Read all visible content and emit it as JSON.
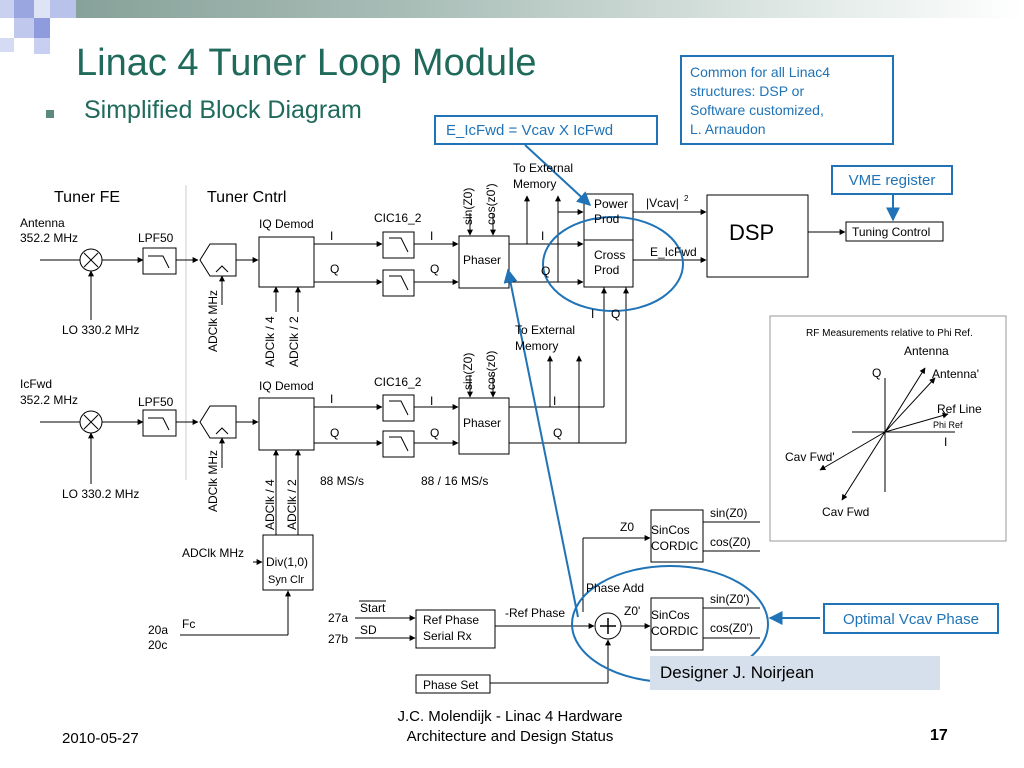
{
  "slide": {
    "title": "Linac 4 Tuner Loop Module",
    "subtitle": "Simplified Block Diagram",
    "footer_date": "2010-05-27",
    "footer_line1": "J.C.  Molendijk - Linac 4 Hardware",
    "footer_line2": "Architecture and Design Status",
    "page_number": "17"
  },
  "callouts": {
    "common_line1": "Common for all Linac4",
    "common_line2": "structures: DSP or",
    "common_line3": "Software customized,",
    "common_line4": "L. Arnaudon",
    "equation": "E_IcFwd = Vcav X IcFwd",
    "vme": "VME register",
    "optimal": "Optimal Vcav Phase",
    "designer": "Designer J. Noirjean"
  },
  "diagram": {
    "section_fe": "Tuner FE",
    "section_cntrl": "Tuner Cntrl",
    "antenna_label": "Antenna",
    "antenna_freq": "352.2 MHz",
    "icfwd_label": "IcFwd",
    "icfwd_freq": "352.2 MHz",
    "lpf": "LPF50",
    "lo": "LO 330.2 MHz",
    "adclk_mhz": "ADClk MHz",
    "iq_demod": "IQ Demod",
    "adclk_4": "ADClk / 4",
    "adclk_2": "ADClk / 2",
    "cic": "CIC16_2",
    "i": "I",
    "q": "Q",
    "sin_z0": "sin(Z0)",
    "cos_z0p": "cos(z0')",
    "cos_z0": "cos(z0)",
    "phaser": "Phaser",
    "to_external": "To External",
    "memory": "Memory",
    "power": "Power",
    "prod": "Prod",
    "cross": "Cross",
    "vcav": "|Vcav|",
    "sup2": "2",
    "e_icfwd": "E_IcFwd",
    "dsp": "DSP",
    "tuning_control": "Tuning Control",
    "rate_88": "88 MS/s",
    "rate_88_16": "88 / 16 MS/s",
    "div": "Div(1,0)",
    "syn_clr": "Syn Clr",
    "fc": "Fc",
    "t20a": "20a",
    "t20c": "20c",
    "t27a": "27a",
    "t27b": "27b",
    "start": "Start",
    "sd": "SD",
    "ref_phase_1": "Ref Phase",
    "ref_phase_2": "Serial Rx",
    "neg_ref_phase": "-Ref Phase",
    "phase_add": "Phase Add",
    "phase_set": "Phase Set",
    "z0": "Z0",
    "z0p": "Z0'",
    "sincos": "SinCos",
    "cordic": "CORDIC",
    "sinz0": "sin(Z0)",
    "cosz0": "cos(Z0)",
    "sinz0p": "sin(Z0')",
    "cosz0p": "cos(Z0')"
  },
  "phasor": {
    "title": "RF Measurements relative to Phi Ref.",
    "antenna": "Antenna",
    "antenna_p": "Antenna'",
    "q": "Q",
    "i": "I",
    "ref_line": "Ref Line",
    "phi_ref": "Phi Ref",
    "cav_fwd_p": "Cav Fwd'",
    "cav_fwd": "Cav Fwd"
  }
}
